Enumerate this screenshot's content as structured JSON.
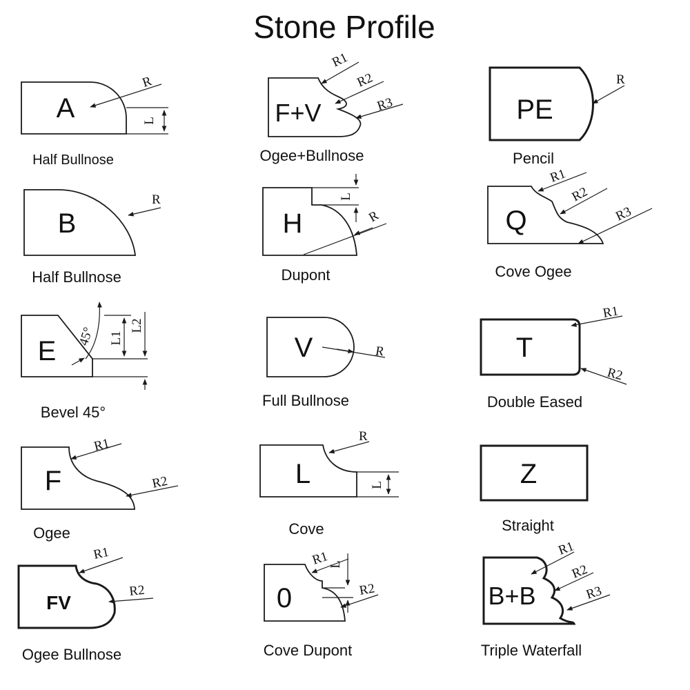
{
  "title": "Stone Profile",
  "profiles": [
    {
      "code": "A",
      "name": "Half  Bullnose",
      "labels": [
        "R",
        "L"
      ]
    },
    {
      "code": "F+V",
      "name": "Ogee+Bullnose",
      "labels": [
        "R1",
        "R2",
        "R3"
      ]
    },
    {
      "code": "PE",
      "name": "Pencil",
      "labels": [
        "R"
      ]
    },
    {
      "code": "B",
      "name": "Half Bullnose",
      "labels": [
        "R"
      ]
    },
    {
      "code": "H",
      "name": "Dupont",
      "labels": [
        "L",
        "R"
      ]
    },
    {
      "code": "Q",
      "name": "Cove Ogee",
      "labels": [
        "R1",
        "R2",
        "R3"
      ]
    },
    {
      "code": "E",
      "name": "Bevel 45°",
      "labels": [
        "45°",
        "L1",
        "L2"
      ]
    },
    {
      "code": "V",
      "name": "Full Bullnose",
      "labels": [
        "R"
      ]
    },
    {
      "code": "T",
      "name": "Double Eased",
      "labels": [
        "R1",
        "R2"
      ]
    },
    {
      "code": "F",
      "name": "Ogee",
      "labels": [
        "R1",
        "R2"
      ]
    },
    {
      "code": "L",
      "name": "Cove",
      "labels": [
        "R",
        "L"
      ]
    },
    {
      "code": "Z",
      "name": "Straight",
      "labels": []
    },
    {
      "code": "FV",
      "name": "Ogee Bullnose",
      "labels": [
        "R1",
        "R2"
      ]
    },
    {
      "code": "0",
      "name": "Cove Dupont",
      "labels": [
        "R1",
        "L",
        "R2"
      ]
    },
    {
      "code": "B+B",
      "name": "Triple Waterfall",
      "labels": [
        "R1",
        "R2",
        "R3"
      ]
    }
  ]
}
